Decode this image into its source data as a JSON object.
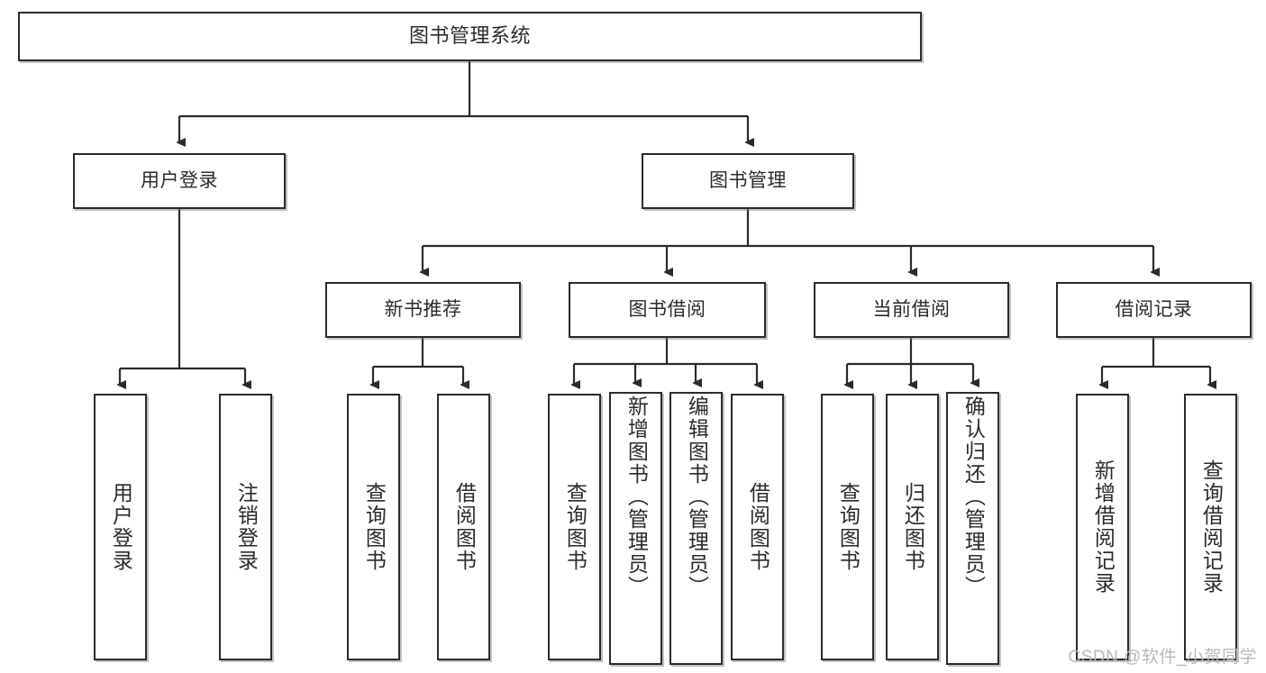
{
  "diagram": {
    "title": "图书管理系统",
    "type": "tree-hierarchy",
    "root": {
      "label": "图书管理系统"
    },
    "level2": [
      {
        "label": "用户登录"
      },
      {
        "label": "图书管理"
      }
    ],
    "level3": [
      {
        "label": "新书推荐"
      },
      {
        "label": "图书借阅"
      },
      {
        "label": "当前借阅"
      },
      {
        "label": "借阅记录"
      }
    ],
    "leaves": {
      "user_login": [
        {
          "label": "用户登录"
        },
        {
          "label": "注销登录"
        }
      ],
      "new_book_recommend": [
        {
          "label": "查询图书"
        },
        {
          "label": "借阅图书"
        }
      ],
      "book_borrow": [
        {
          "label": "查询图书"
        },
        {
          "label": "新增图书（管理员）"
        },
        {
          "label": "编辑图书（管理员）"
        },
        {
          "label": "借阅图书"
        }
      ],
      "current_borrow": [
        {
          "label": "查询图书"
        },
        {
          "label": "归还图书"
        },
        {
          "label": "确认归还（管理员）"
        }
      ],
      "borrow_record": [
        {
          "label": "新增借阅记录"
        },
        {
          "label": "查询借阅记录"
        }
      ]
    }
  },
  "watermark": {
    "text": "CSDN @软件_小贺同学"
  },
  "colors": {
    "border": "#2b2b2b",
    "text": "#2b2b2b",
    "background": "#ffffff",
    "watermark": "#b9b9b9"
  }
}
